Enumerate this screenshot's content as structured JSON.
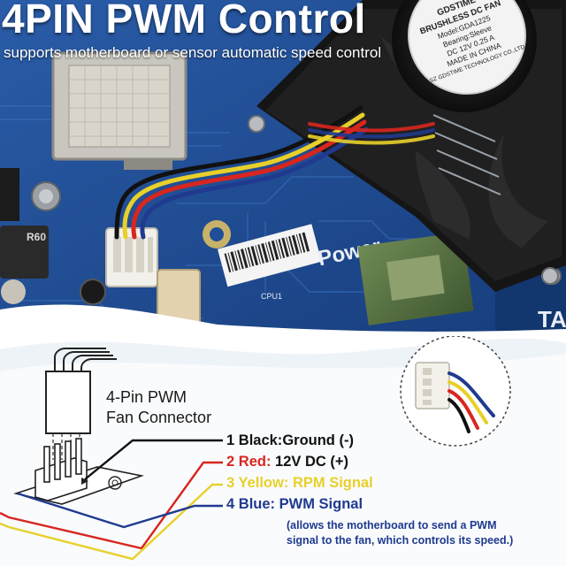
{
  "header": {
    "title": "4PIN PWM Control",
    "subtitle": "supports motherboard or sensor automatic speed control"
  },
  "fan_sticker": {
    "brand": "GDSTIME",
    "line1": "BRUSHLESS DC FAN",
    "line2": "Model:GDA1225",
    "line3": "Bearing:Sleeve",
    "line4": "DC 12V 0.25 A",
    "line5": "MADE IN CHINA",
    "line6": "SZ GDSTIME TECHNOLOGY CO.,LTD"
  },
  "board_print": {
    "label1": "R60",
    "label2": "Power",
    "label3": "CPU1"
  },
  "connector": {
    "title_line1": "4-Pin PWM",
    "title_line2": "Fan Connector"
  },
  "pins": [
    {
      "num": "1",
      "name": "Black:",
      "desc": "Ground (-)",
      "color": "#111111"
    },
    {
      "num": "2",
      "name": "Red:",
      "desc": "12V DC (+)",
      "color": "#d8261f"
    },
    {
      "num": "3",
      "name": "Yellow:",
      "desc": "RPM Signal",
      "color": "#e8d02a"
    },
    {
      "num": "4",
      "name": "Blue:",
      "desc": "PWM Signal",
      "color": "#1f3a8f"
    }
  ],
  "note": {
    "line1": "(allows the motherboard to send a PWM",
    "line2": "signal to the fan, which controls its speed.)"
  },
  "colors": {
    "board": "#1f4f9a",
    "wave": "#e9f0f7",
    "accent_blue": "#1f3a8f"
  }
}
